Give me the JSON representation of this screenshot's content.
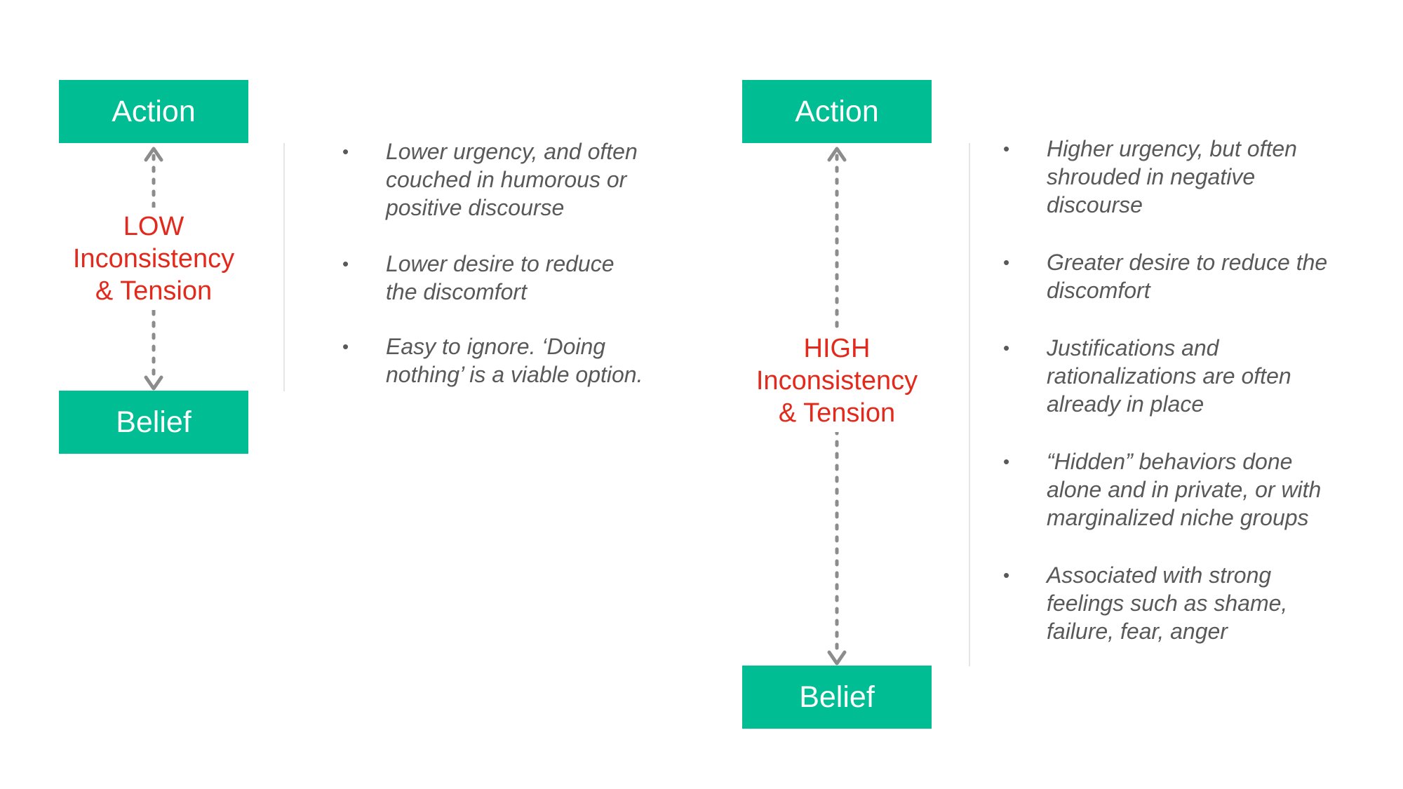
{
  "left_panel": {
    "action_label": "Action",
    "belief_label": "Belief",
    "tension": [
      "LOW",
      "Inconsistency",
      "& Tension"
    ],
    "bullets": [
      [
        "Lower urgency, and often",
        "couched in humorous or",
        "positive discourse"
      ],
      [
        "Lower desire to reduce",
        "the discomfort"
      ],
      [
        "Easy to ignore. ‘Doing",
        "nothing’ is a viable option."
      ]
    ]
  },
  "right_panel": {
    "action_label": "Action",
    "belief_label": "Belief",
    "tension": [
      "HIGH",
      "Inconsistency",
      "& Tension"
    ],
    "bullets": [
      [
        "Higher urgency, but often",
        "shrouded in negative",
        "discourse"
      ],
      [
        "Greater desire to reduce the",
        "discomfort"
      ],
      [
        "Justifications and",
        "rationalizations are often",
        "already in place"
      ],
      [
        "“Hidden” behaviors done",
        "alone and in private, or with",
        "marginalized niche groups"
      ],
      [
        "Associated with strong",
        "feelings such as shame,",
        "failure, fear, anger"
      ]
    ]
  },
  "bullet_symbol": "•",
  "colors": {
    "box": "#00bd94",
    "tension_text": "#e3291b",
    "arrow": "#8c8c8c",
    "bullet_text": "#595959"
  }
}
